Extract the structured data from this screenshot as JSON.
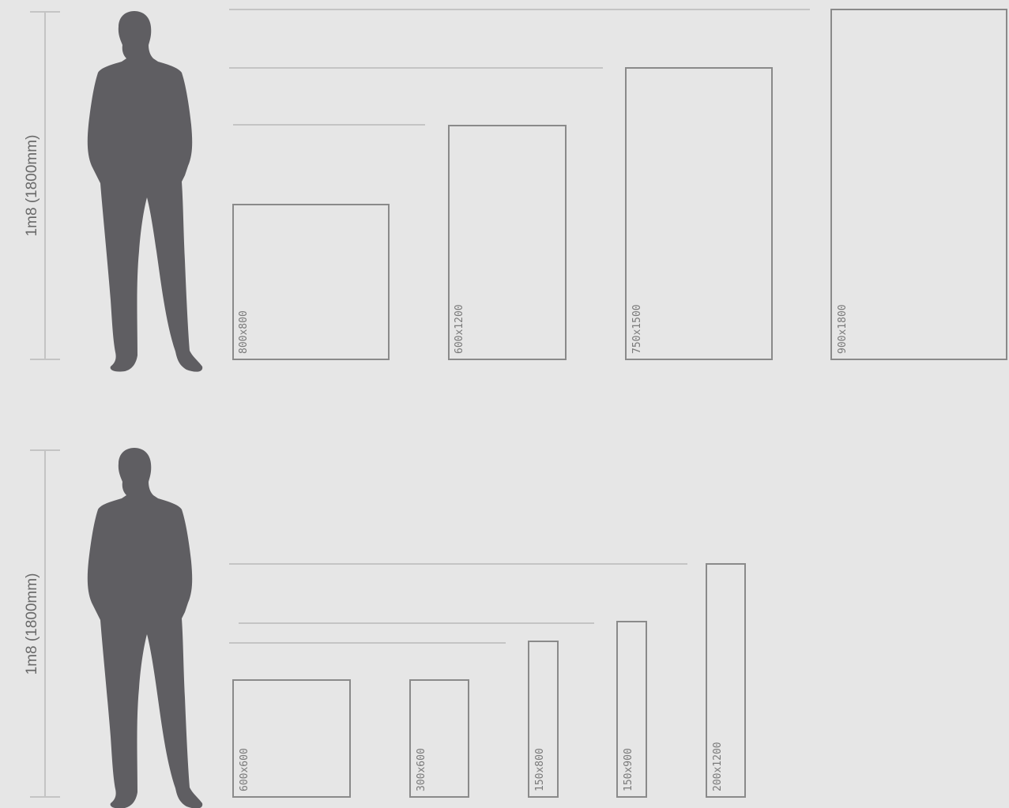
{
  "colors": {
    "background": "#e6e6e6",
    "silhouette": "#5f5e62",
    "tile_outline": "#8a8a8a",
    "reference_line": "#c4c4c4",
    "label_text": "#7a7a7a"
  },
  "panels": [
    {
      "name": "large-formats",
      "height_label": "1m8 (1800mm)",
      "human_height_mm": 1800,
      "tiles": [
        {
          "label": "800x800",
          "width_mm": 800,
          "height_mm": 800
        },
        {
          "label": "600x1200",
          "width_mm": 600,
          "height_mm": 1200
        },
        {
          "label": "750x1500",
          "width_mm": 750,
          "height_mm": 1500
        },
        {
          "label": "900x1800",
          "width_mm": 900,
          "height_mm": 1800
        }
      ]
    },
    {
      "name": "small-formats",
      "height_label": "1m8 (1800mm)",
      "human_height_mm": 1800,
      "tiles": [
        {
          "label": "600x600",
          "width_mm": 600,
          "height_mm": 600
        },
        {
          "label": "300x600",
          "width_mm": 300,
          "height_mm": 600
        },
        {
          "label": "150x800",
          "width_mm": 150,
          "height_mm": 800
        },
        {
          "label": "150x900",
          "width_mm": 150,
          "height_mm": 900
        },
        {
          "label": "200x1200",
          "width_mm": 200,
          "height_mm": 1200
        }
      ]
    }
  ]
}
